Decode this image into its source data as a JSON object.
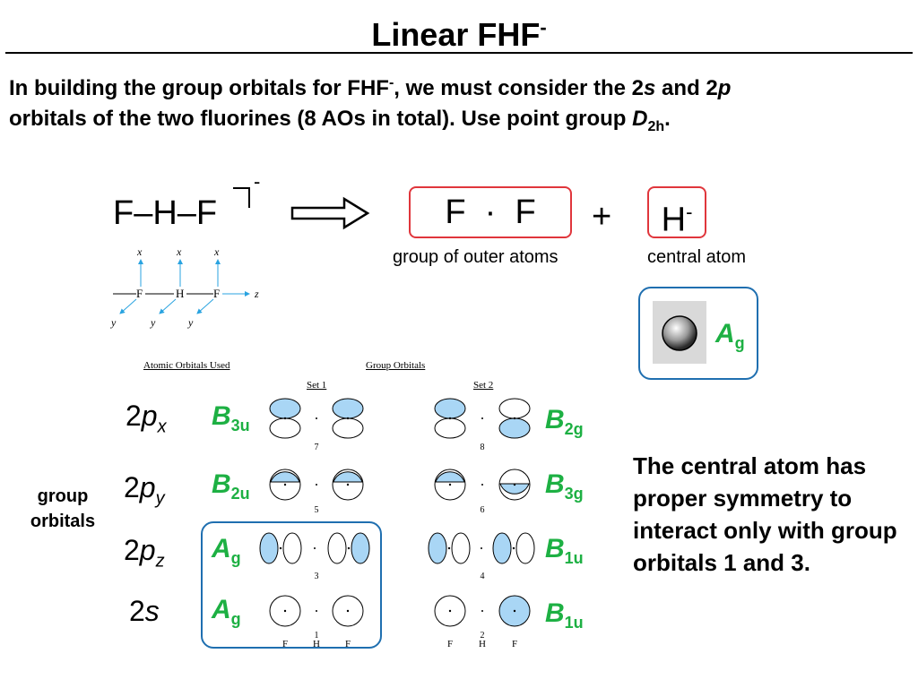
{
  "title": {
    "main": "Linear FHF",
    "sup": "-"
  },
  "intro": {
    "p1": "In building the group orbitals for FHF",
    "p1_sup": "-",
    "p2": ", we must consider the 2",
    "s": "s",
    "p3": " and 2",
    "p": "p",
    "p4": "orbitals of the two fluorines (8 AOs in total). Use point group ",
    "D": "D",
    "D_sub": "2h",
    "end": "."
  },
  "scheme": {
    "molecule": "F–H–F",
    "molecule_charge": "-",
    "outer_atoms": "F  ·  F",
    "plus": "+",
    "central": "H",
    "central_sup": "-",
    "outer_caption": "group of outer atoms",
    "central_caption": "central atom",
    "central_symmetry": {
      "letter": "A",
      "sub": "g"
    }
  },
  "axes_figure": {
    "atoms": [
      "F",
      "H",
      "F"
    ],
    "x_label": "x",
    "y_label": "y",
    "z_label": "z"
  },
  "table": {
    "header_left": "Atomic Orbitals Used",
    "header_right": "Group Orbitals",
    "set1": "Set 1",
    "set2": "Set 2",
    "bottom_atoms": [
      "F",
      "H",
      "F"
    ],
    "rows": [
      {
        "orbital_num": "2",
        "orbital_letter": "p",
        "orbital_sub": "x",
        "sym1_letter": "B",
        "sym1_sub": "3u",
        "num1": "7",
        "num2": "8",
        "sym2_letter": "B",
        "sym2_sub": "2g"
      },
      {
        "orbital_num": "2",
        "orbital_letter": "p",
        "orbital_sub": "y",
        "sym1_letter": "B",
        "sym1_sub": "2u",
        "num1": "5",
        "num2": "6",
        "sym2_letter": "B",
        "sym2_sub": "3g"
      },
      {
        "orbital_num": "2",
        "orbital_letter": "p",
        "orbital_sub": "z",
        "sym1_letter": "A",
        "sym1_sub": "g",
        "num1": "3",
        "num2": "4",
        "sym2_letter": "B",
        "sym2_sub": "1u"
      },
      {
        "orbital_num": "2",
        "orbital_letter": "s",
        "orbital_sub": "",
        "sym1_letter": "A",
        "sym1_sub": "g",
        "num1": "1",
        "num2": "2",
        "sym2_letter": "B",
        "sym2_sub": "1u"
      }
    ]
  },
  "group_label": "group orbitals",
  "note": "The central atom has proper symmetry to interact only with group orbitals 1 and 3.",
  "colors": {
    "green": "#1db043",
    "red": "#e0363c",
    "blue_box": "#1f6fb0",
    "lobe_fill": "#a9d6f5",
    "arrow": "#29a3e0"
  }
}
